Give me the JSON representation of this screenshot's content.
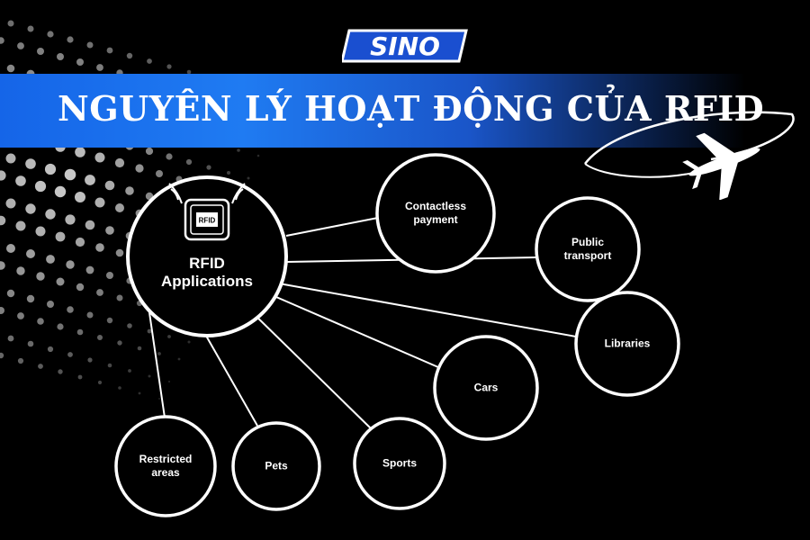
{
  "brand": {
    "logo_text": "SINO"
  },
  "title": "NGUYÊN LÝ HOẠT ĐỘNG CỦA RFID",
  "hub": {
    "chip_label": "RFID",
    "label_line1": "RFID",
    "label_line2": "Applications"
  },
  "nodes": [
    {
      "line1": "Contactless",
      "line2": "payment"
    },
    {
      "line1": "Public",
      "line2": "transport"
    },
    {
      "line1": "Libraries",
      "line2": ""
    },
    {
      "line1": "Cars",
      "line2": ""
    },
    {
      "line1": "Sports",
      "line2": ""
    },
    {
      "line1": "Pets",
      "line2": ""
    },
    {
      "line1": "Restricted",
      "line2": "areas"
    }
  ],
  "colors": {
    "banner": "#1f7bf2",
    "logo_blue": "#1a4fd0",
    "background": "#000000",
    "line": "#ffffff"
  }
}
